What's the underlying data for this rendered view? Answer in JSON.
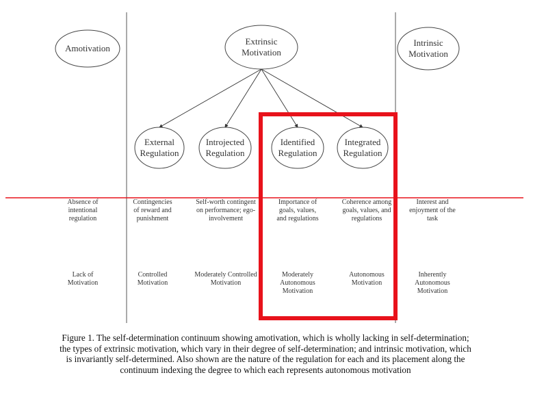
{
  "nodes": {
    "amotivation": [
      "Amotivation"
    ],
    "extrinsic": [
      "Extrinsic",
      "Motivation"
    ],
    "intrinsic": [
      "Intrinsic",
      "Motivation"
    ],
    "external": [
      "External",
      "Regulation"
    ],
    "introjected": [
      "Introjected",
      "Regulation"
    ],
    "identified": [
      "Identified",
      "Regulation"
    ],
    "integrated": [
      "Integrated",
      "Regulation"
    ]
  },
  "regulation_row": [
    [
      "Absence of",
      "intentional",
      "regulation"
    ],
    [
      "Contingencies",
      "of reward and",
      "punishment"
    ],
    [
      "Self-worth contingent",
      "on performance; ego-",
      "involvement"
    ],
    [
      "Importance of",
      "goals, values,",
      "and regulations"
    ],
    [
      "Coherence among",
      "goals, values, and",
      "regulations"
    ],
    [
      "Interest and",
      "enjoyment of the",
      "task"
    ]
  ],
  "motivation_row": [
    [
      "Lack of",
      "Motivation"
    ],
    [
      "Controlled",
      "Motivation"
    ],
    [
      "Moderately Controlled",
      "Motivation"
    ],
    [
      "Moderately",
      "Autonomous",
      "Motivation"
    ],
    [
      "Autonomous",
      "Motivation"
    ],
    [
      "Inherently",
      "Autonomous",
      "Motivation"
    ]
  ],
  "caption": [
    "Figure 1.  The self-determination continuum showing amotivation, which is wholly lacking in self-determination;",
    "the types of extrinsic motivation, which vary in their degree of self-determination; and intrinsic motivation, which",
    "is invariantly self-determined. Also shown are the nature of the regulation for each and its placement along the",
    "continuum indexing the degree to which each represents autonomous motivation"
  ],
  "colors": {
    "highlight": "#e8121b",
    "line": "#444444"
  }
}
